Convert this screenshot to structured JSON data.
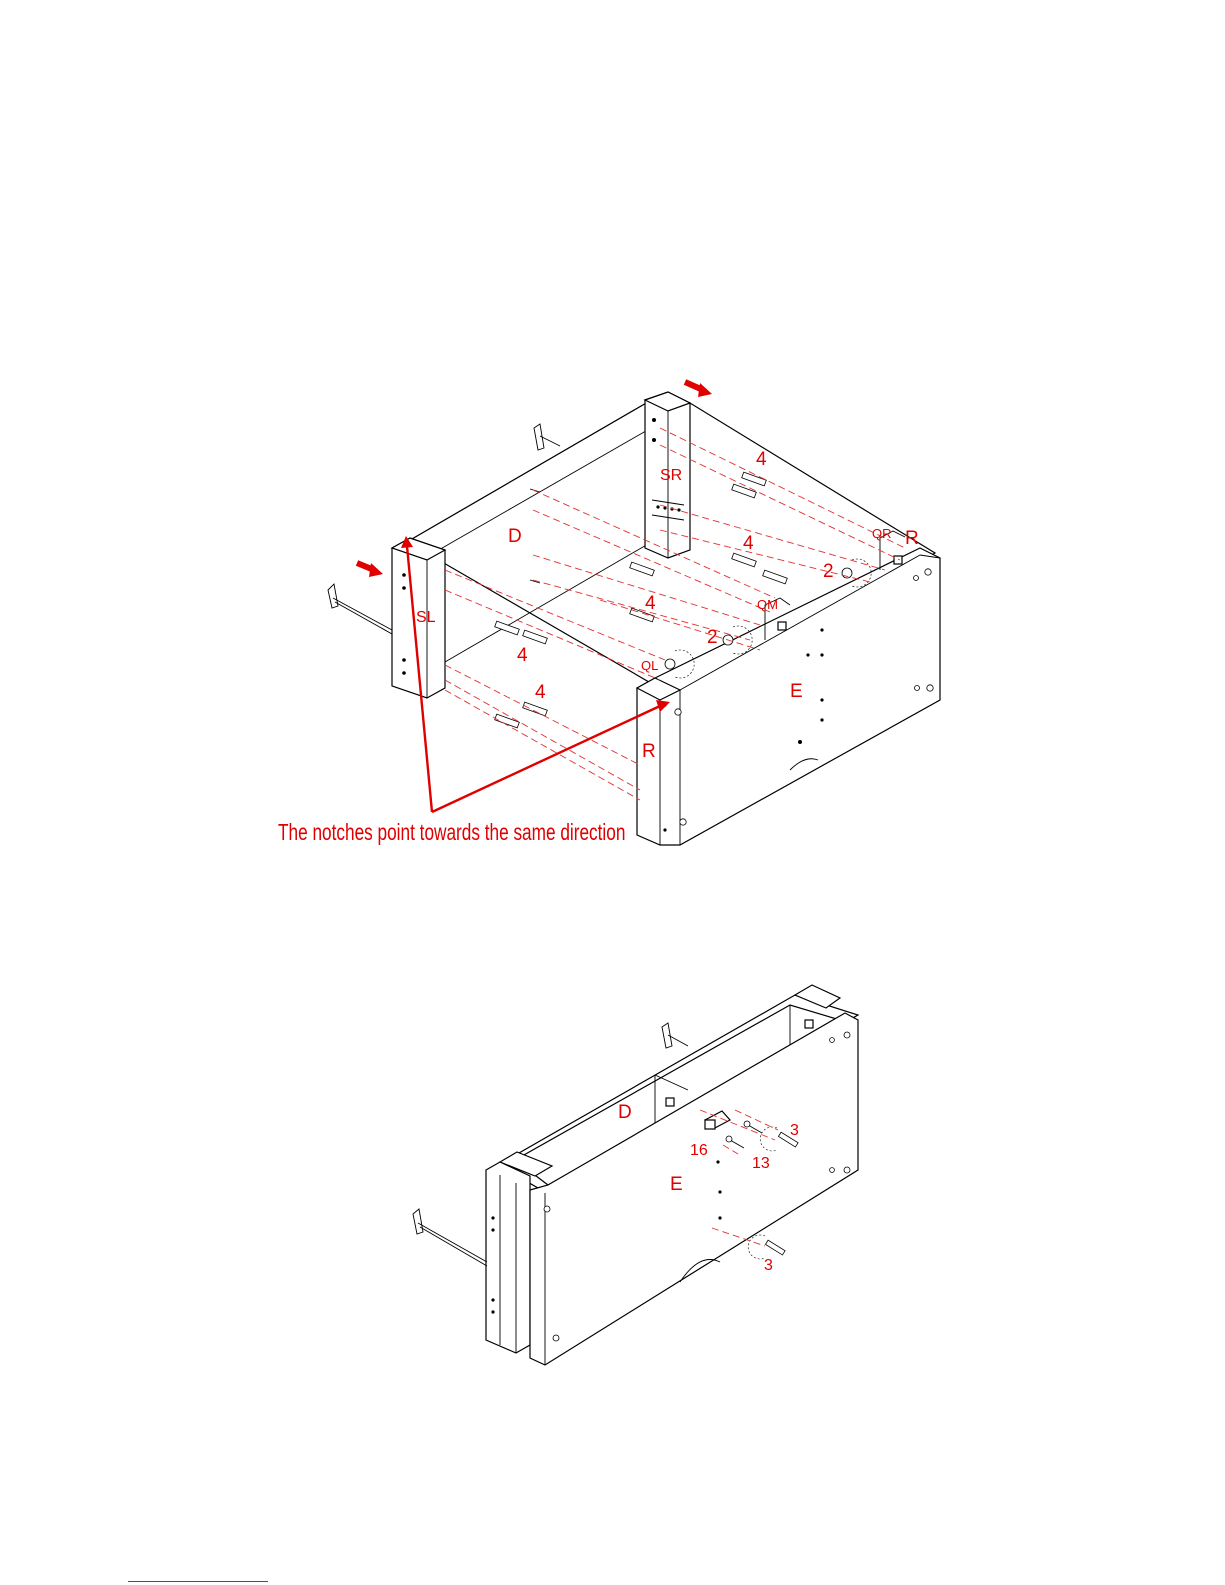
{
  "diagram1": {
    "labels": {
      "sr": "SR",
      "sl": "SL",
      "d": "D",
      "e": "E",
      "r_left": "R",
      "r_right": "R",
      "ql": "QL",
      "qm": "QM",
      "qr": "QR"
    },
    "counts": {
      "c4_top": "4",
      "c4_mid": "4",
      "c4_center": "4",
      "c4_left": "4",
      "c4_low": "4",
      "c2_right": "2",
      "c2_mid": "2"
    },
    "note": "The notches point towards the same direction"
  },
  "diagram2": {
    "labels": {
      "d": "D",
      "e": "E"
    },
    "counts": {
      "c3_top": "3",
      "c3_bottom": "3",
      "c16": "16",
      "c13": "13"
    }
  },
  "colors": {
    "annotation": "#e00000",
    "lines": "#000000",
    "footer_rule": "#1f4fd6"
  }
}
